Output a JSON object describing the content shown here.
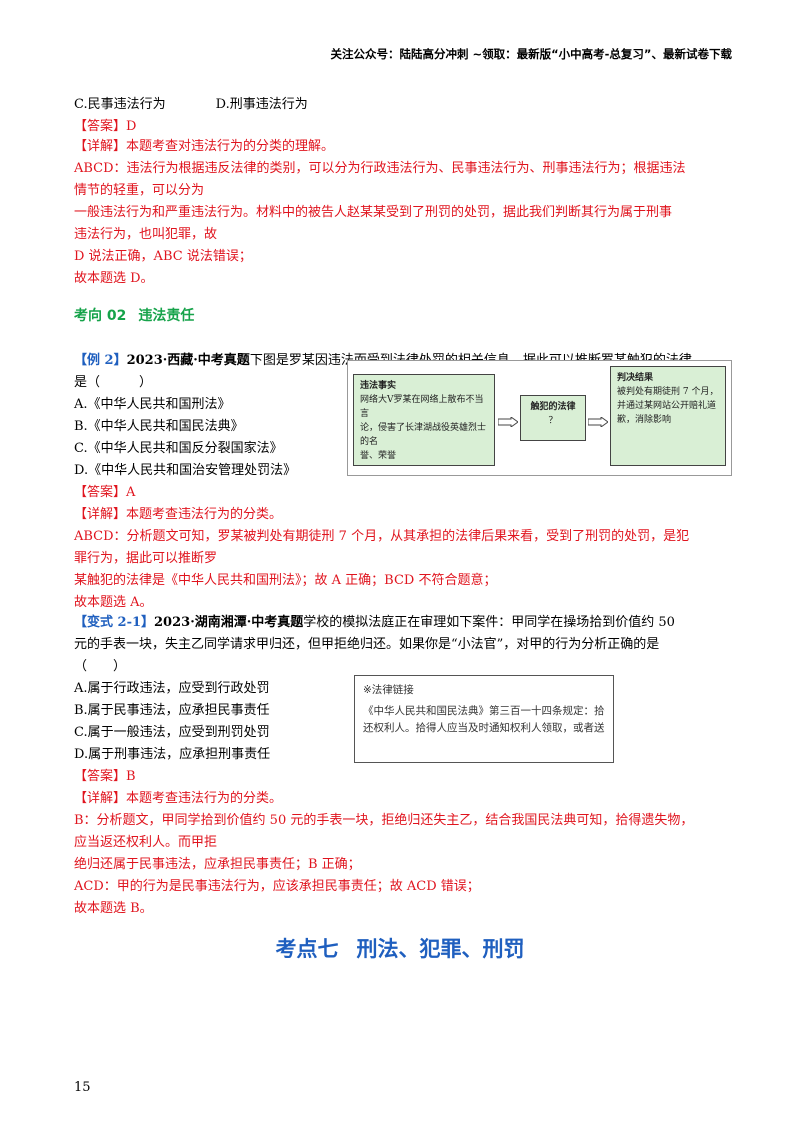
{
  "header": "关注公众号：陆陆高分冲刺 ~领取：最新版“小中高考-总复习”、最新试卷下载",
  "q1": {
    "options_line": [
      "C.民事违法行为",
      "D.刑事违法行为"
    ],
    "answer_tag": "【答案】",
    "answer": "D",
    "detail_tag": "【详解】",
    "detail_intro": "本题考查对违法行为的分类的理解。",
    "detail_lines": [
      "ABCD：违法行为根据违反法律的类别，可以分为行政违法行为、民事违法行为、刑事违法行为；根据违法",
      "情节的轻重，可以分为",
      "一般违法行为和严重违法行为。材料中的被告人赵某某受到了刑罚的处罚，据此我们判断其行为属于刑事",
      "违法行为，也叫犯罪，故",
      "D 说法正确，ABC 说法错误；",
      "故本题选 D。"
    ]
  },
  "section": {
    "num": "考向 02",
    "title": "违法责任"
  },
  "q2": {
    "tag": "【例 2】",
    "source": "2023·西藏·中考真题",
    "stem_line1": "下图是罗某因违法而受到法律处罚的相关信息，据此可以推断罗某触犯的法律",
    "stem_line2": "是（　　　）",
    "options": [
      "A.《中华人民共和国刑法》",
      "B.《中华人民共和国民法典》",
      "C.《中华人民共和国反分裂国家法》",
      "D.《中华人民共和国治安管理处罚法》"
    ],
    "flow": {
      "box1_title": "违法事实",
      "box1_lines": [
        "网络大V罗某在网络上散布不当言",
        "论，侵害了长津湖战役英雄烈士的名",
        "誉、荣誉"
      ],
      "box2_title": "触犯的法律",
      "box2_mark": "？",
      "box3_title": "判决结果",
      "box3_lines": [
        "被判处有期徒刑 7 个月，",
        "并通过某网站公开赔礼道",
        "歉，消除影响"
      ]
    },
    "answer_tag": "【答案】",
    "answer": "A",
    "detail_tag": "【详解】",
    "detail_intro": "本题考查违法行为的分类。",
    "detail_lines": [
      "ABCD：分析题文可知，罗某被判处有期徒刑 7 个月，从其承担的法律后果来看，受到了刑罚的处罚，是犯",
      "罪行为，据此可以推断罗",
      "某触犯的法律是《中华人民共和国刑法》；故 A 正确；BCD 不符合题意；",
      "故本题选 A。"
    ]
  },
  "q3": {
    "tag": "【变式 2-1】",
    "source": "2023·湖南湘潭·中考真题",
    "stem_line1": "学校的模拟法庭正在审理如下案件：甲同学在操场拾到价值约 50",
    "stem_line2": "元的手表一块，失主乙同学请求甲归还，但甲拒绝归还。如果你是“小法官”，对甲的行为分析正确的是",
    "stem_line3": "（　　）",
    "options": [
      "A.属于行政违法，应受到行政处罚",
      "B.属于民事违法，应承担民事责任",
      "C.属于一般违法，应受到刑罚处罚",
      "D.属于刑事违法，应承担刑事责任"
    ],
    "law_title": "※法律链接",
    "law_lines": [
      "《中华人民共和国民法典》第三百一十四条规定：拾得遗失物，应当返",
      "还权利人。拾得人应当及时通知权利人领取，或者送交公安等有关部门。"
    ],
    "answer_tag": "【答案】",
    "answer": "B",
    "detail_tag": "【详解】",
    "detail_intro": "本题考查违法行为的分类。",
    "detail_lines": [
      "B：分析题文，甲同学拾到价值约 50 元的手表一块，拒绝归还失主乙，结合我国民法典可知，拾得遗失物，",
      "应当返还权利人。而甲拒",
      "绝归还属于民事违法，应承担民事责任；B 正确；",
      "ACD：甲的行为是民事违法行为，应该承担民事责任；故 ACD 错误；",
      "故本题选 B。"
    ]
  },
  "kaodian": {
    "num": "考点七",
    "title": "刑法、犯罪、刑罚"
  },
  "page_number": "15"
}
